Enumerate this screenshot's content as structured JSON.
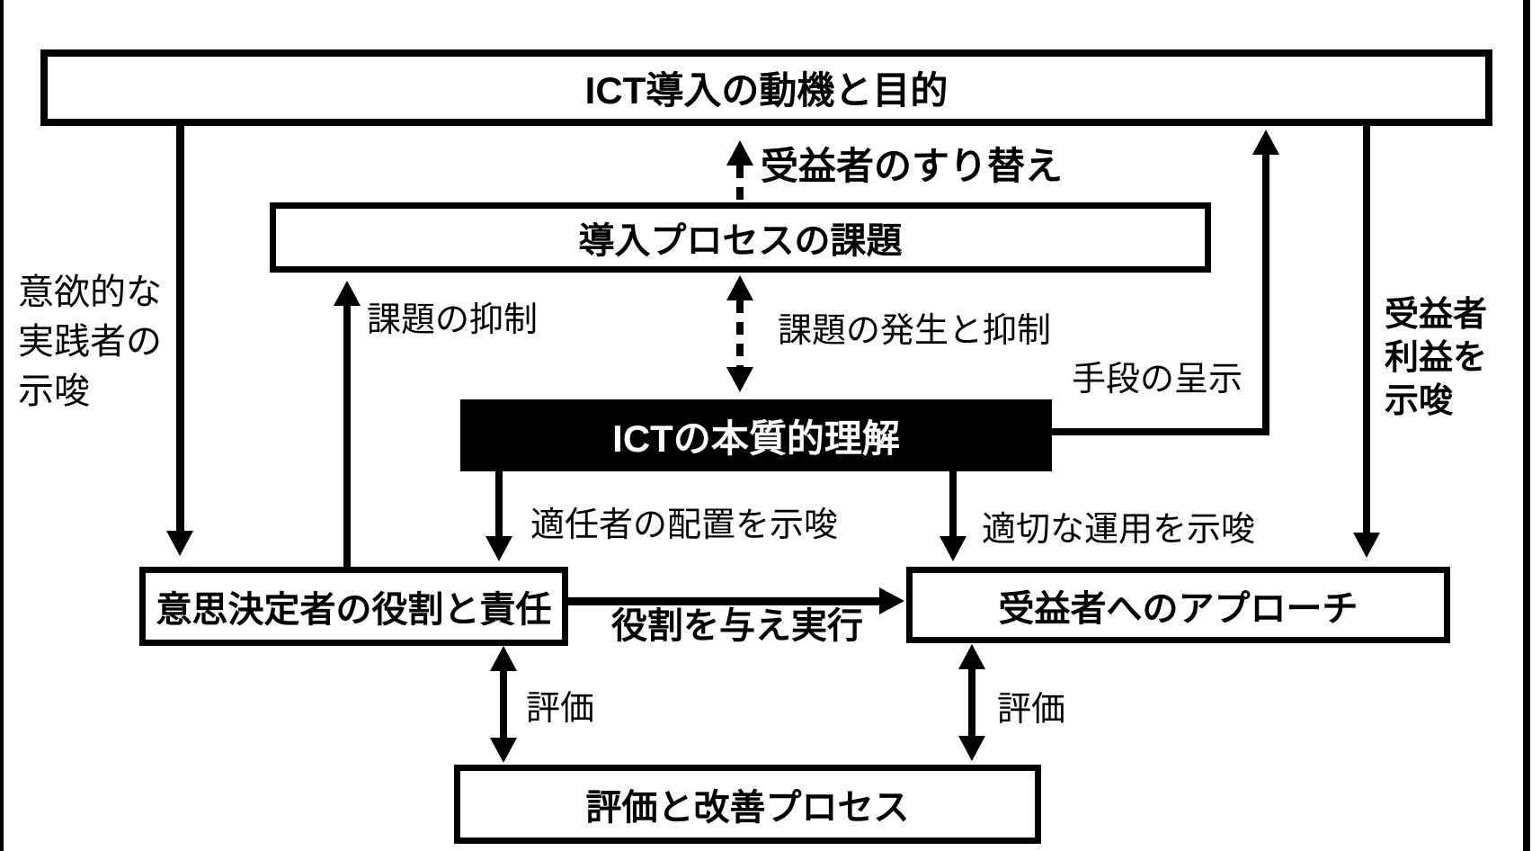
{
  "colors": {
    "ink": "#000000",
    "background": "#ffffff",
    "inverse_node_bg": "#000000",
    "inverse_node_text": "#ffffff"
  },
  "nodes": {
    "motivation": "ICT導入の動機と目的",
    "process_issues": "導入プロセスの課題",
    "ict_understanding": "ICTの本質的理解",
    "decision_maker": "意思決定者の役割と責任",
    "beneficiary_approach": "受益者へのアプローチ",
    "evaluation_process": "評価と改善プロセス"
  },
  "edge_labels": {
    "beneficiary_swap": "受益者のすり替え",
    "issue_suppression": "課題の抑制",
    "issue_occurrence_suppression": "課題の発生と抑制",
    "means_presentation": "手段の呈示",
    "motivated_practitioner": "意欲的な\n実践者の\n示唆",
    "beneficiary_interest": "受益者\n利益を\n示唆",
    "suitable_placement": "適任者の配置を示唆",
    "appropriate_operation": "適切な運用を示唆",
    "assign_roles_execute": "役割を与え実行",
    "evaluation_left": "評価",
    "evaluation_right": "評価"
  }
}
